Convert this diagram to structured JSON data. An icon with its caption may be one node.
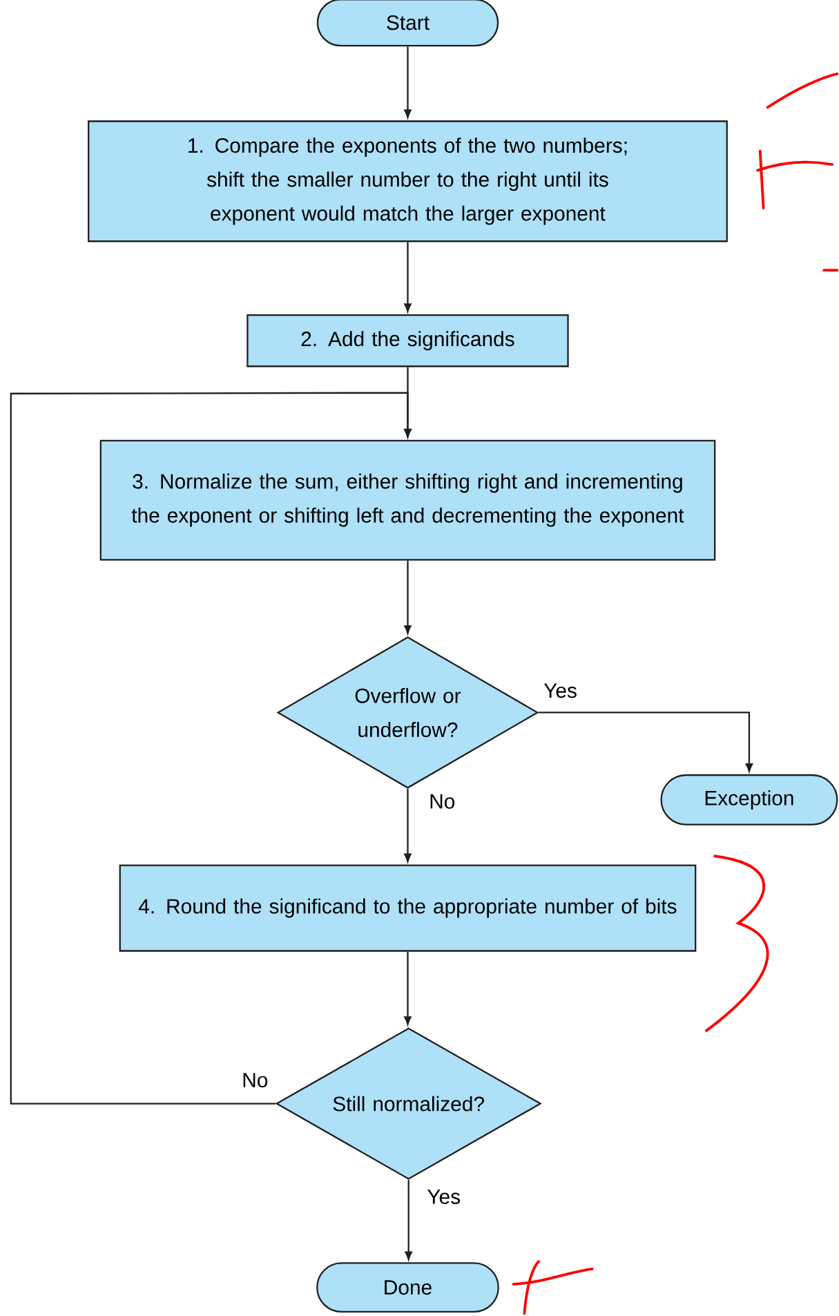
{
  "diagram": {
    "nodes": [
      {
        "text": [
          "Start"
        ]
      },
      {
        "text": [
          "1. Compare the exponents of the two numbers; shift the smaller number to the right until its exponent would match the larger exponent"
        ]
      },
      {
        "text": [
          "2. Add the significands"
        ]
      },
      {
        "text": [
          "3. Normalize the sum, either shifting right and incrementing the exponent or shifting left and decrementing the exponent"
        ]
      },
      {
        "text": [
          "Overflow or underflow?"
        ]
      },
      {
        "text": [
          "Exception"
        ]
      },
      {
        "text": [
          "4. Round the significand to the appropriate number of bits"
        ]
      },
      {
        "text": [
          "Still normalized?"
        ]
      },
      {
        "text": [
          "Done"
        ]
      }
    ],
    "edges": [
      {
        "from": 0,
        "to": 1,
        "arrow": "to"
      },
      {
        "from": 1,
        "to": 2,
        "arrow": "to"
      },
      {
        "from": 2,
        "to": 3,
        "arrow": "to"
      },
      {
        "from": 3,
        "to": 4,
        "arrow": "to"
      },
      {
        "from": 4,
        "to": 5,
        "arrow": "to",
        "label": "Yes"
      },
      {
        "from": 4,
        "to": 6,
        "arrow": "to",
        "label": "No"
      },
      {
        "from": 6,
        "to": 7,
        "arrow": "to"
      },
      {
        "from": 7,
        "to": 3,
        "arrow": "to",
        "label": "No"
      },
      {
        "from": 7,
        "to": 8,
        "arrow": "to",
        "label": "Yes"
      }
    ]
  }
}
